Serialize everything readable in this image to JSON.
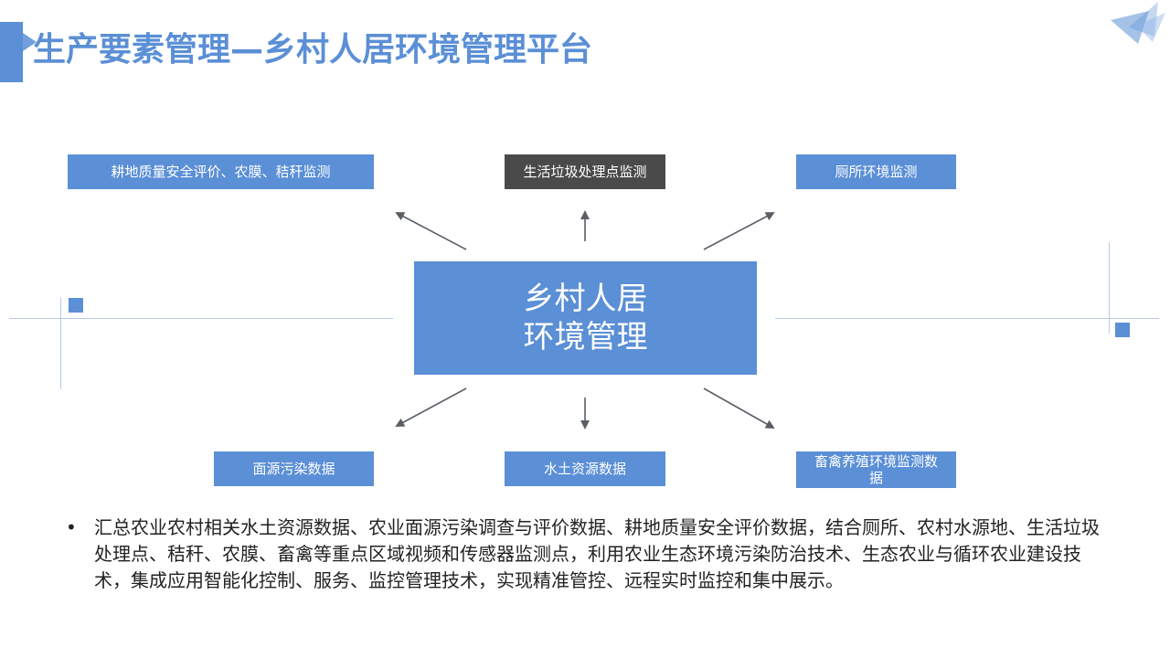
{
  "header": {
    "title": "生产要素管理—乡村人居环境管理平台"
  },
  "center": {
    "line1": "乡村人居",
    "line2": "环境管理"
  },
  "top_boxes": [
    {
      "label": "耕地质量安全评价、农膜、秸秆监测"
    },
    {
      "label": "生活垃圾处理点监测"
    },
    {
      "label": "厕所环境监测"
    }
  ],
  "bottom_boxes": [
    {
      "label": "面源污染数据"
    },
    {
      "label": "水土资源数据"
    },
    {
      "label": "畜禽养殖环境监测数据"
    }
  ],
  "bullets": [
    {
      "marker": "•",
      "text": "汇总农业农村相关水土资源数据、农业面源污染调查与评价数据、耕地质量安全评价数据，结合厕所、农村水源地、生活垃圾处理点、秸秆、农膜、畜禽等重点区域视频和传感器监测点，利用农业生态环境污染防治技术、生态农业与循环农业建设技术，集成应用智能化控制、服务、监控管理技术，实现精准管控、远程实时监控和集中展示。"
    }
  ],
  "colors": {
    "accent": "#5b8fd6",
    "dark_box": "#4a4a4a",
    "arrow": "#5a5f66",
    "thin_line": "#b8cbe6"
  }
}
